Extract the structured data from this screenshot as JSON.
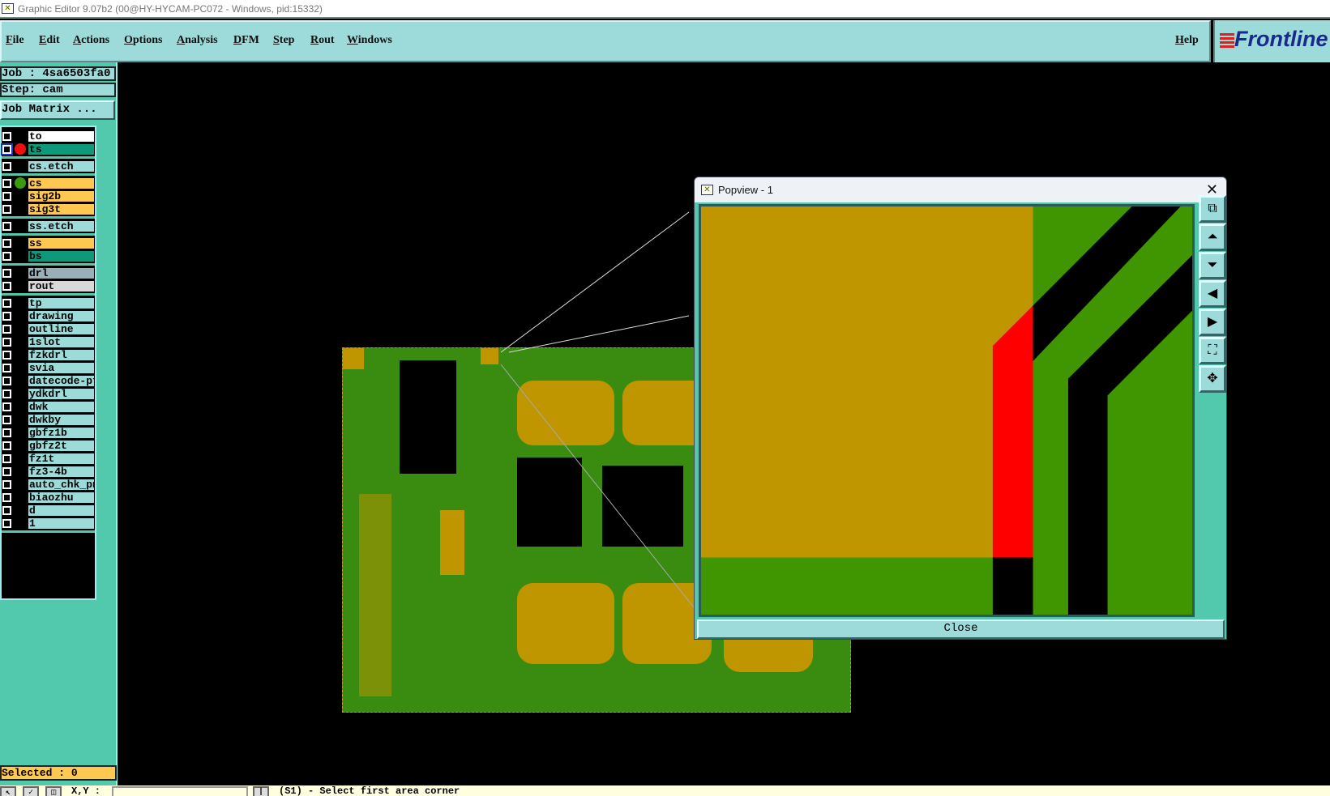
{
  "window": {
    "title": "Graphic Editor 9.07b2 (00@HY-HYCAM-PC072 - Windows, pid:15332)"
  },
  "menu": [
    "File",
    "Edit",
    "Actions",
    "Options",
    "Analysis",
    "DFM",
    "Step",
    "Rout",
    "Windows"
  ],
  "help": "Help",
  "logo": "Frontline",
  "job": {
    "job_label": "Job : 4sa6503fa0",
    "step_label": "Step: cam",
    "matrix_button": "Job Matrix ..."
  },
  "layers": [
    {
      "group": [
        {
          "name": "to",
          "color": "#ffffff"
        },
        {
          "name": "ts",
          "color": "#0e9a7a",
          "dot": "#ee1010",
          "selected": true
        }
      ]
    },
    {
      "group": [
        {
          "name": "cs.etch",
          "color": "#9ddada"
        }
      ]
    },
    {
      "group": [
        {
          "name": "cs",
          "color": "#ffc850",
          "dot": "#3a9a10"
        },
        {
          "name": "sig2b",
          "color": "#ffc850"
        },
        {
          "name": "sig3t",
          "color": "#ffc850"
        }
      ]
    },
    {
      "group": [
        {
          "name": "ss.etch",
          "color": "#9ddada"
        }
      ]
    },
    {
      "group": [
        {
          "name": "ss",
          "color": "#ffc850"
        },
        {
          "name": "bs",
          "color": "#0e9a7a"
        }
      ]
    },
    {
      "group": [
        {
          "name": "drl",
          "color": "#9ab0b8"
        },
        {
          "name": "rout",
          "color": "#d8d8d8"
        }
      ]
    },
    {
      "group": [
        {
          "name": "tp"
        },
        {
          "name": "drawing"
        },
        {
          "name": "outline"
        },
        {
          "name": "1slot"
        },
        {
          "name": "fzkdrl"
        },
        {
          "name": "svia"
        },
        {
          "name": "datecode-pte"
        },
        {
          "name": "ydkdrl"
        },
        {
          "name": "dwk"
        },
        {
          "name": "dwkby"
        },
        {
          "name": "gbfz1b"
        },
        {
          "name": "gbfz2t"
        },
        {
          "name": "fz1t"
        },
        {
          "name": "fz3-4b"
        },
        {
          "name": "auto_chk_pnl"
        },
        {
          "name": "biaozhu"
        },
        {
          "name": "d"
        },
        {
          "name": "1"
        }
      ]
    }
  ],
  "selected": "Selected : 0",
  "statusbar": {
    "xy_label": "X,Y :",
    "xy_value": "",
    "message": "(S1) - Select first area corner"
  },
  "popview": {
    "title": "Popview - 1",
    "close_label": "Close",
    "tools": [
      "zoom-window-icon",
      "pan-up-icon",
      "pan-down-icon",
      "pan-left-icon",
      "pan-right-icon",
      "zoom-in-icon",
      "zoom-out-icon"
    ]
  },
  "colors": {
    "copper": "#bf9600",
    "board": "#3f9600",
    "highlight": "#ff0000"
  }
}
